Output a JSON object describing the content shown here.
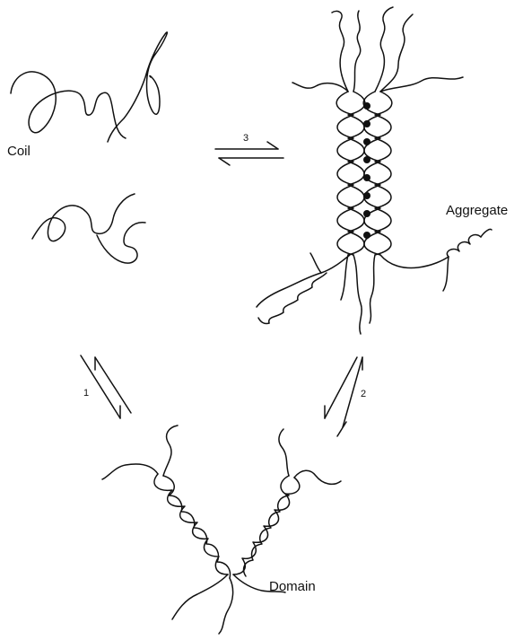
{
  "states": {
    "coil": "Coil",
    "aggregate": "Aggregate",
    "domain": "Domain"
  },
  "transitions": {
    "coil_aggregate": "3",
    "coil_domain": "1",
    "domain_aggregate": "2"
  }
}
